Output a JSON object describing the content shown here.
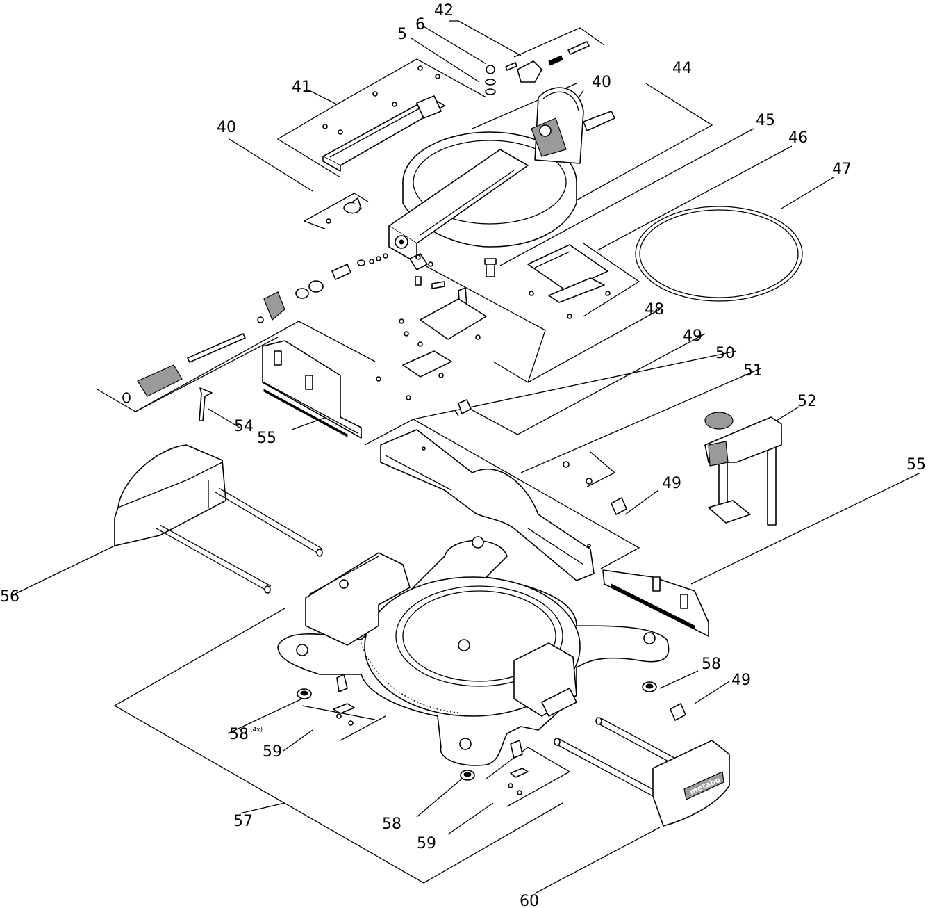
{
  "callouts": [
    {
      "id": "c42",
      "text": "42"
    },
    {
      "id": "c6",
      "text": "6"
    },
    {
      "id": "c5",
      "text": "5"
    },
    {
      "id": "c44",
      "text": "44"
    },
    {
      "id": "c41",
      "text": "41"
    },
    {
      "id": "c40a",
      "text": "40"
    },
    {
      "id": "c40b",
      "text": "40"
    },
    {
      "id": "c45",
      "text": "45"
    },
    {
      "id": "c46",
      "text": "46"
    },
    {
      "id": "c47",
      "text": "47"
    },
    {
      "id": "c48",
      "text": "48"
    },
    {
      "id": "c49a",
      "text": "49"
    },
    {
      "id": "c50",
      "text": "50"
    },
    {
      "id": "c51",
      "text": "51"
    },
    {
      "id": "c52",
      "text": "52"
    },
    {
      "id": "c54",
      "text": "54"
    },
    {
      "id": "c55a",
      "text": "55"
    },
    {
      "id": "c55b",
      "text": "55"
    },
    {
      "id": "c49b",
      "text": "49"
    },
    {
      "id": "c56",
      "text": "56"
    },
    {
      "id": "c58a",
      "text": "58"
    },
    {
      "id": "c49c",
      "text": "49"
    },
    {
      "id": "c58b",
      "text": "58"
    },
    {
      "id": "c59a",
      "text": "59"
    },
    {
      "id": "c57",
      "text": "57"
    },
    {
      "id": "c58c",
      "text": "58"
    },
    {
      "id": "c59b",
      "text": "59"
    },
    {
      "id": "c60",
      "text": "60"
    }
  ],
  "quantity_note": "(4x)",
  "brand_label": "metabo"
}
